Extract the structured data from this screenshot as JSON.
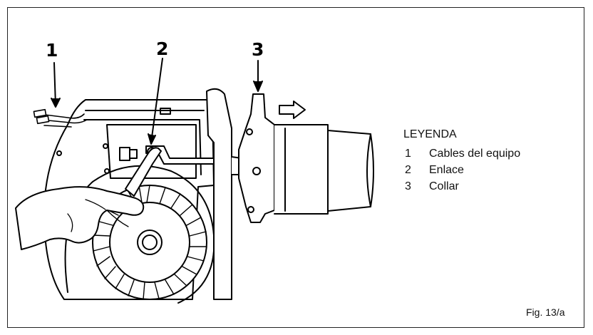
{
  "callouts": {
    "one": "1",
    "two": "2",
    "three": "3"
  },
  "legend": {
    "title": "LEYENDA",
    "items": [
      {
        "num": "1",
        "label": "Cables del equipo"
      },
      {
        "num": "2",
        "label": "Enlace"
      },
      {
        "num": "3",
        "label": "Collar"
      }
    ]
  },
  "figure_label": "Fig. 13/a"
}
